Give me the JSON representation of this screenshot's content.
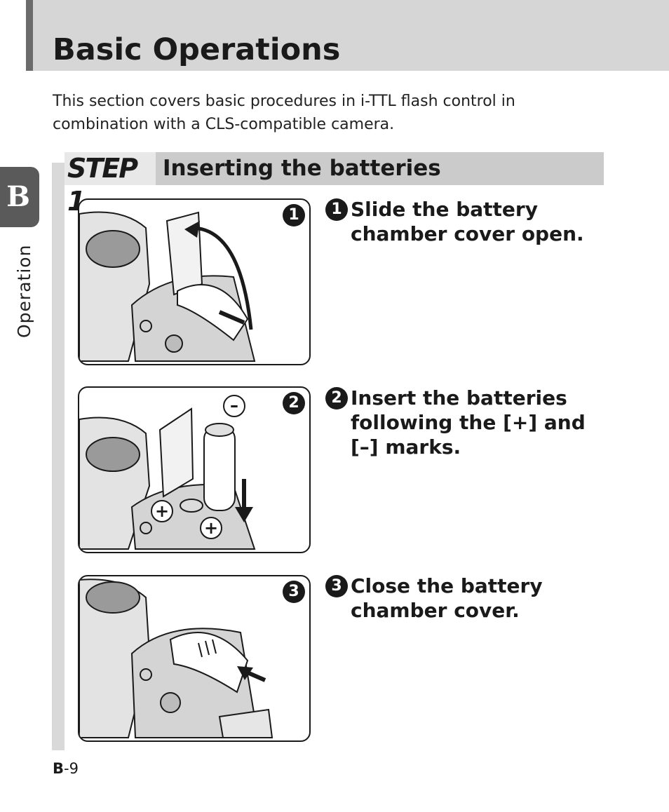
{
  "header": {
    "title": "Basic Operations"
  },
  "intro": "This section covers basic procedures in i-TTL flash control in combination with a CLS-compatible camera.",
  "chapter_tab": {
    "letter": "B",
    "section": "Operation"
  },
  "step": {
    "badge": "STEP 1",
    "title": "Inserting the batteries"
  },
  "instructions": [
    {
      "number": "1",
      "text": "Slide the battery chamber cover open."
    },
    {
      "number": "2",
      "text": "Insert the batteries following the [+] and [–] marks."
    },
    {
      "number": "3",
      "text": "Close the battery chamber cover."
    }
  ],
  "illustration_marks": {
    "minus": "–",
    "plus": "+"
  },
  "footer": {
    "page_letter": "B",
    "page_suffix": "-9"
  },
  "colors": {
    "header_band": "#d6d6d6",
    "step_bar": "#cbcbcb",
    "ink": "#1a1a1a"
  }
}
